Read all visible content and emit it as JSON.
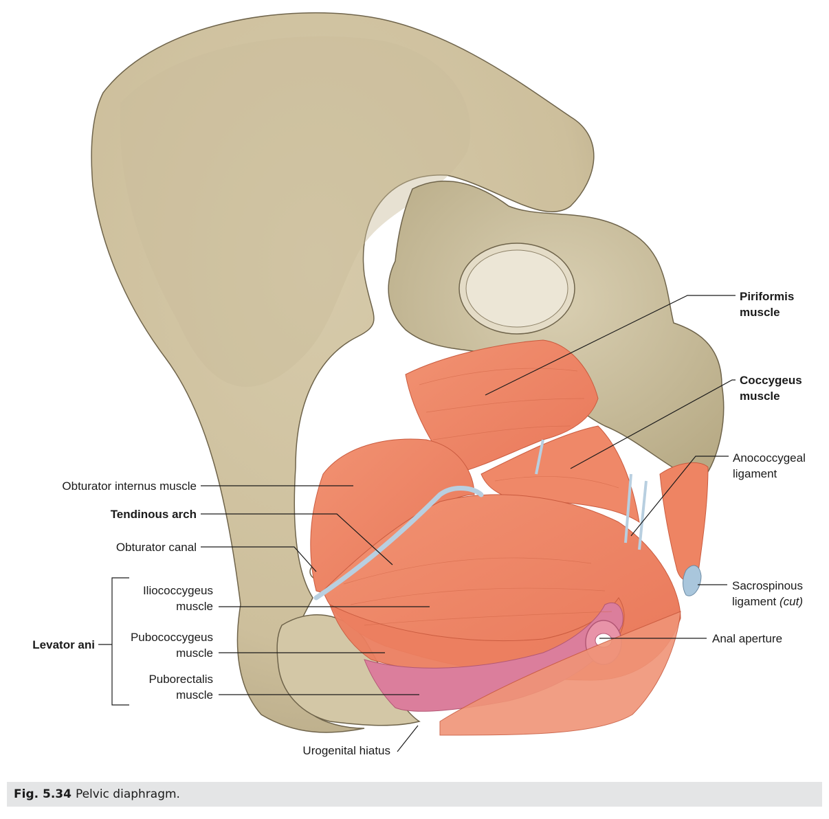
{
  "labels": {
    "piriformis": [
      "Piriformis",
      "muscle"
    ],
    "coccygeus": [
      "Coccygeus",
      "muscle"
    ],
    "anococcygeal": [
      "Anococcygeal",
      "ligament"
    ],
    "obturator_internus": "Obturator internus muscle",
    "tendinous_arch": "Tendinous arch",
    "obturator_canal": "Obturator canal",
    "iliococcygeus": [
      "Iliococcygeus",
      "muscle"
    ],
    "levator_ani": "Levator ani",
    "pubococcygeus": [
      "Pubococcygeus",
      "muscle"
    ],
    "puborectalis": [
      "Puborectalis",
      "muscle"
    ],
    "urogenital_hiatus": "Urogenital hiatus",
    "sacrospinous": [
      "Sacrospinous",
      "ligament",
      "(cut)"
    ],
    "anal_aperture": "Anal aperture"
  },
  "caption": {
    "number": "Fig. 5.34",
    "title": "Pelvic diaphragm."
  },
  "colors": {
    "bone": "#d9ceb0",
    "bone_shadow": "#b8ab88",
    "bone_outline": "#6e634a",
    "muscle": "#ee8463",
    "muscle_line": "#c95a3e",
    "muscle_pink": "#db7e9c",
    "ligament": "#b8cfe0",
    "caption_bg": "#e4e5e6"
  }
}
